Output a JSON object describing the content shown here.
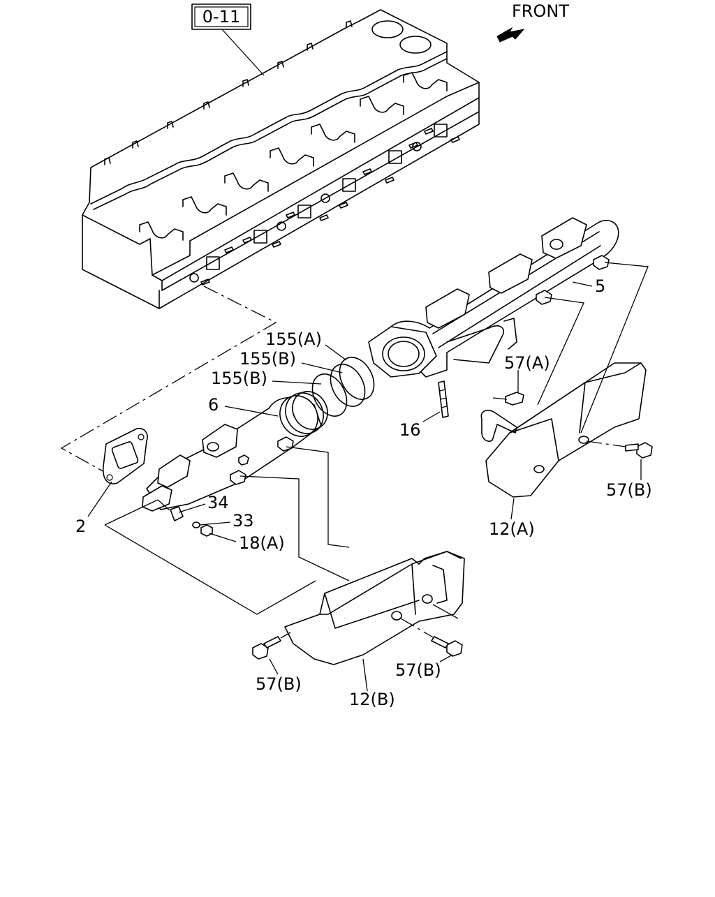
{
  "diagram": {
    "reference_box": "0-11",
    "front_label": "FRONT",
    "labels": {
      "p5": "5",
      "p155a": "155(A)",
      "p155b1": "155(B)",
      "p155b2": "155(B)",
      "p6": "6",
      "p57a": "57(A)",
      "p16": "16",
      "p57b_right": "57(B)",
      "p34": "34",
      "p33": "33",
      "p2": "2",
      "p18a": "18(A)",
      "p12a": "12(A)",
      "p57b_mid": "57(B)",
      "p57b_left": "57(B)",
      "p12b": "12(B)"
    }
  }
}
